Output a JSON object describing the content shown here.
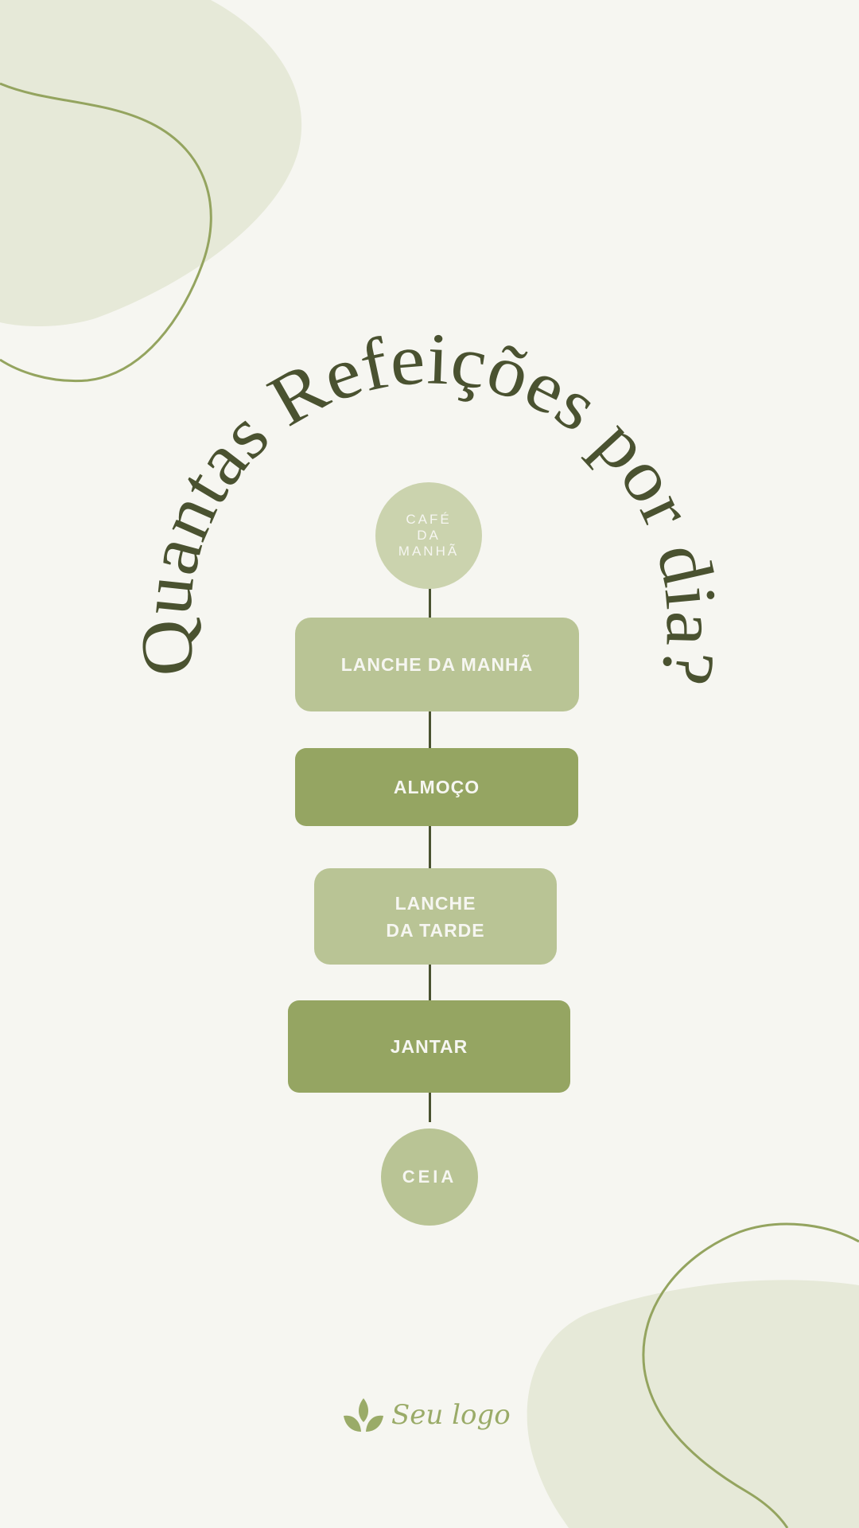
{
  "title": "Quantas Refeições por dia?",
  "meals": {
    "cafe": "CAFÉ\nDA\nMANHÃ",
    "lanche_manha": "LANCHE DA MANHÃ",
    "almoco": "ALMOÇO",
    "lanche_tarde": "LANCHE\nDA TARDE",
    "jantar": "JANTAR",
    "ceia": "CEIA"
  },
  "logo": {
    "text": "Seu logo",
    "icon": "leaves-icon"
  },
  "colors": {
    "background": "#f6f6f1",
    "title": "#4a5230",
    "light_box": "#b9c495",
    "dark_box": "#95a562",
    "circle": "#cbd3ae",
    "accent": "#9aab68"
  }
}
